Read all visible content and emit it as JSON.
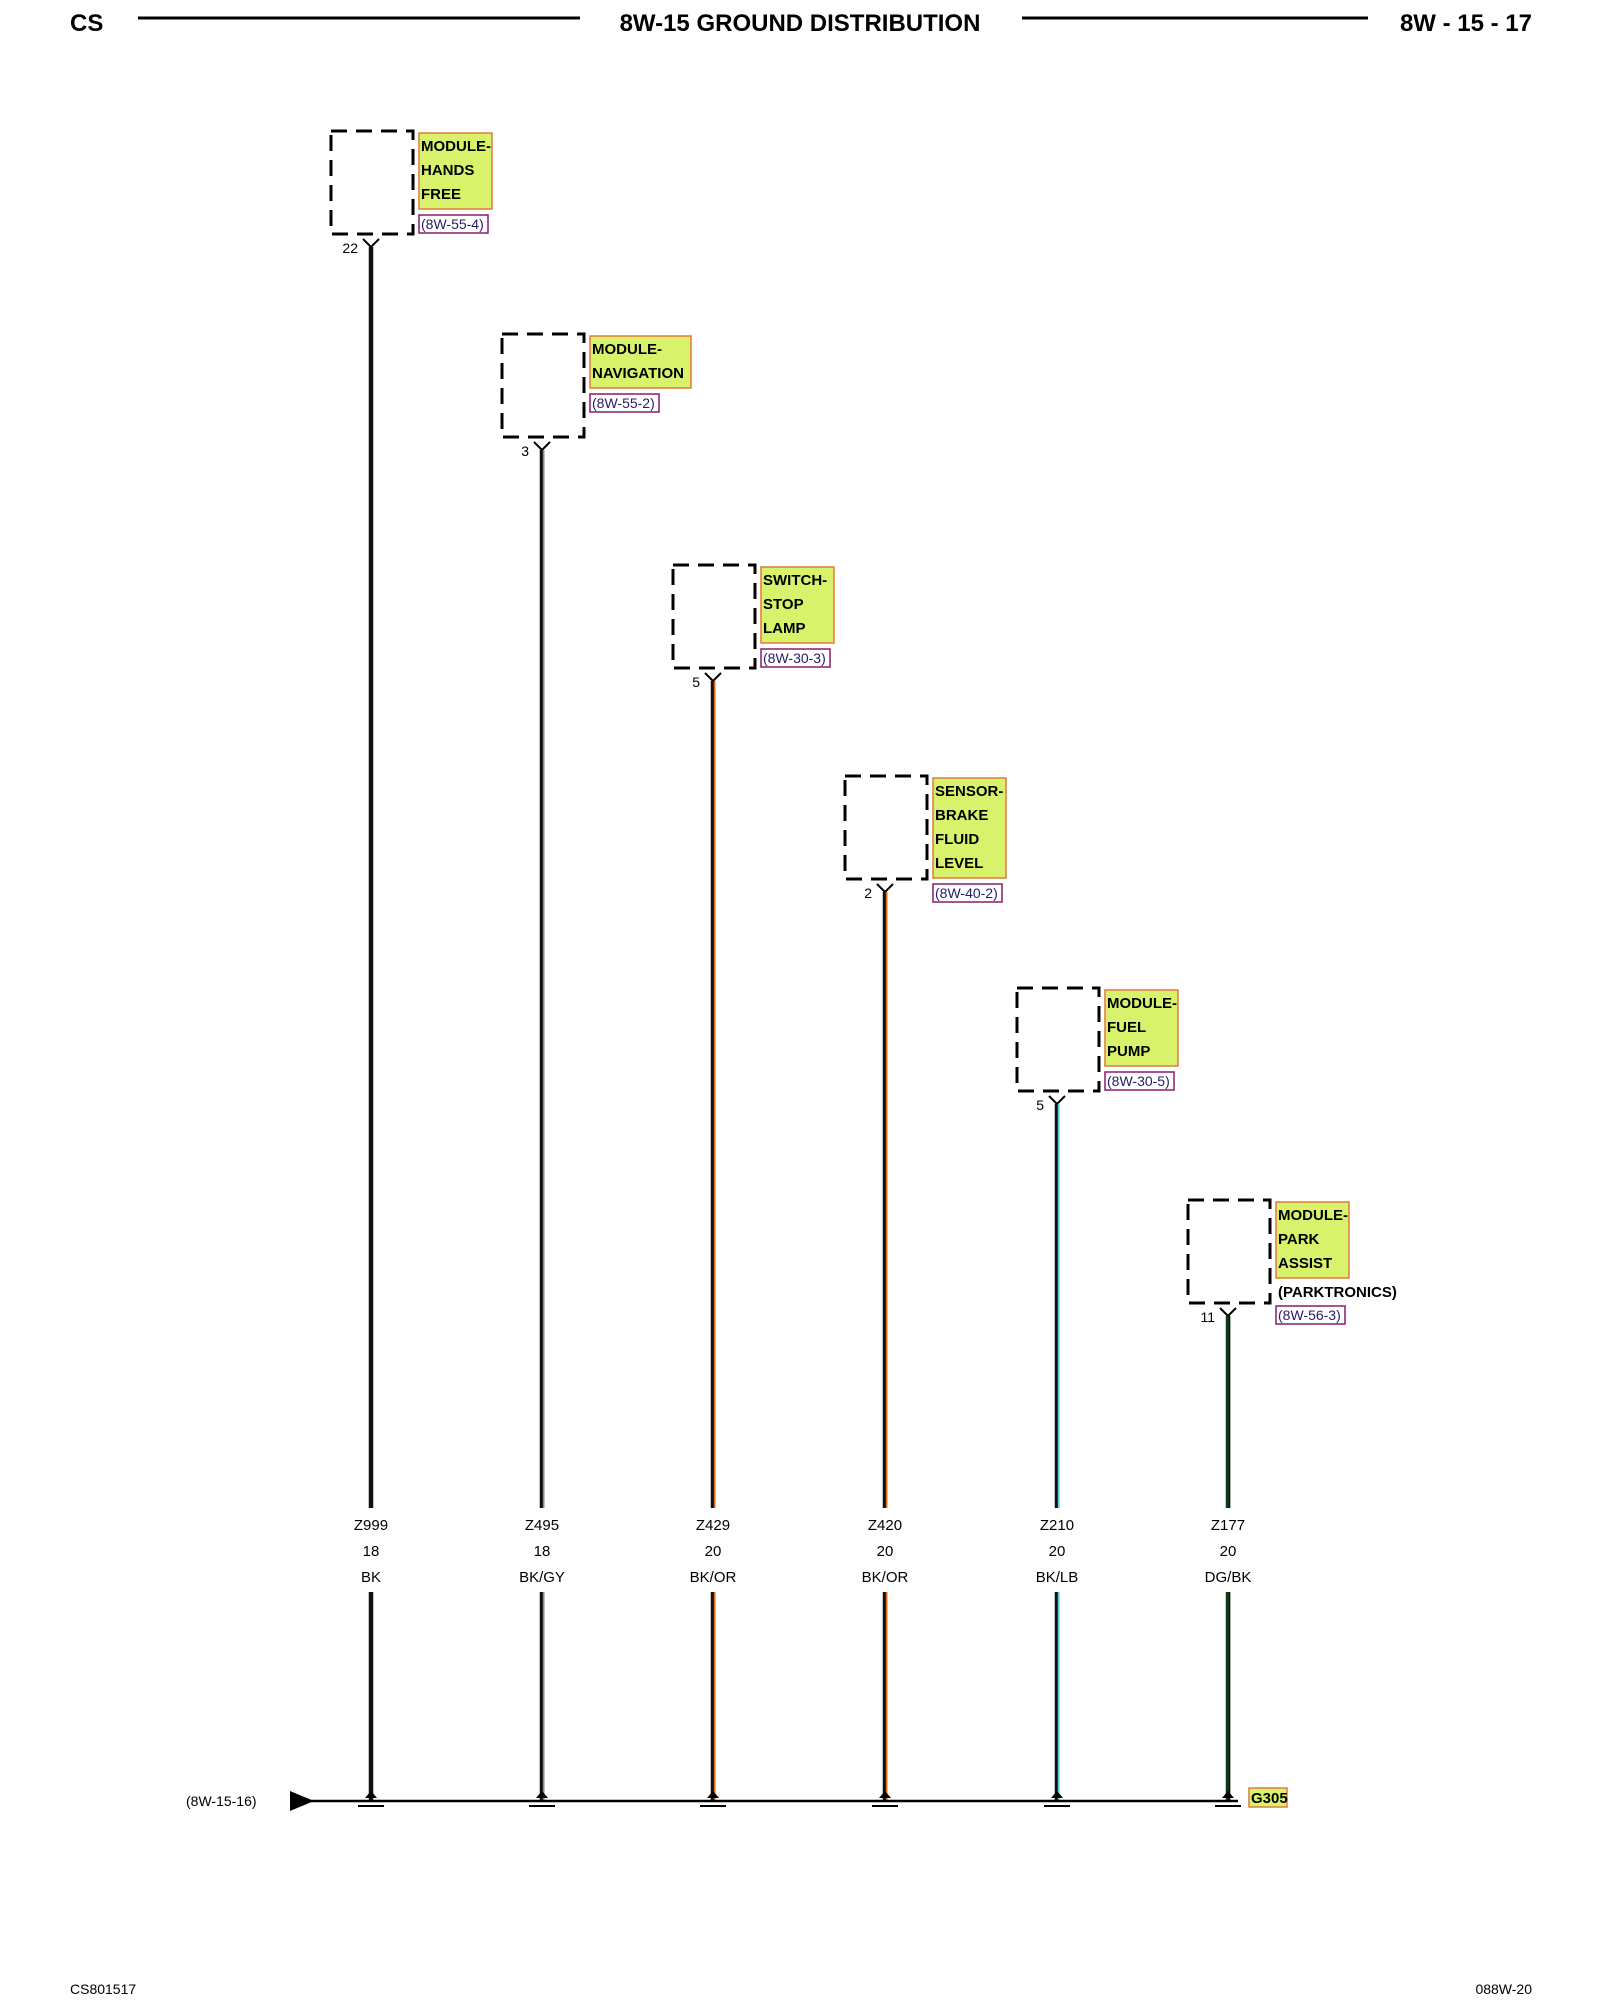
{
  "header": {
    "left": "CS",
    "title": "8W-15 GROUND DISTRIBUTION",
    "right": "8W - 15 - 17"
  },
  "footer": {
    "left": "CS801517",
    "right": "088W-20"
  },
  "bus": {
    "continuation_ref": "(8W-15-16)",
    "ground_label": "G305"
  },
  "colors": {
    "label_fill": "#d9f26b",
    "label_border": "#e07a3a",
    "ref_border": "#8a1a6a"
  },
  "components": [
    {
      "name_lines": [
        "MODULE-",
        "HANDS",
        "FREE"
      ],
      "note": "",
      "ref": "(8W-55-4)",
      "pin": "22",
      "circuit": "Z999",
      "gauge": "18",
      "color_code": "BK",
      "wire_stroke": "#111111",
      "wire_tracer": ""
    },
    {
      "name_lines": [
        "MODULE-",
        "NAVIGATION"
      ],
      "note": "",
      "ref": "(8W-55-2)",
      "pin": "3",
      "circuit": "Z495",
      "gauge": "18",
      "color_code": "BK/GY",
      "wire_stroke": "#111111",
      "wire_tracer": "#8a8a8a"
    },
    {
      "name_lines": [
        "SWITCH-",
        "STOP",
        "LAMP"
      ],
      "note": "",
      "ref": "(8W-30-3)",
      "pin": "5",
      "circuit": "Z429",
      "gauge": "20",
      "color_code": "BK/OR",
      "wire_stroke": "#111111",
      "wire_tracer": "#e06a1a"
    },
    {
      "name_lines": [
        "SENSOR-",
        "BRAKE",
        "FLUID",
        "LEVEL"
      ],
      "note": "",
      "ref": "(8W-40-2)",
      "pin": "2",
      "circuit": "Z420",
      "gauge": "20",
      "color_code": "BK/OR",
      "wire_stroke": "#111111",
      "wire_tracer": "#e06a1a"
    },
    {
      "name_lines": [
        "MODULE-",
        "FUEL",
        "PUMP"
      ],
      "note": "",
      "ref": "(8W-30-5)",
      "pin": "5",
      "circuit": "Z210",
      "gauge": "20",
      "color_code": "BK/LB",
      "wire_stroke": "#111111",
      "wire_tracer": "#5ad0e0"
    },
    {
      "name_lines": [
        "MODULE-",
        "PARK",
        "ASSIST"
      ],
      "note": "(PARKTRONICS)",
      "ref": "(8W-56-3)",
      "pin": "11",
      "circuit": "Z177",
      "gauge": "20",
      "color_code": "DG/BK",
      "wire_stroke": "#0f3a18",
      "wire_tracer": "#111111"
    }
  ]
}
